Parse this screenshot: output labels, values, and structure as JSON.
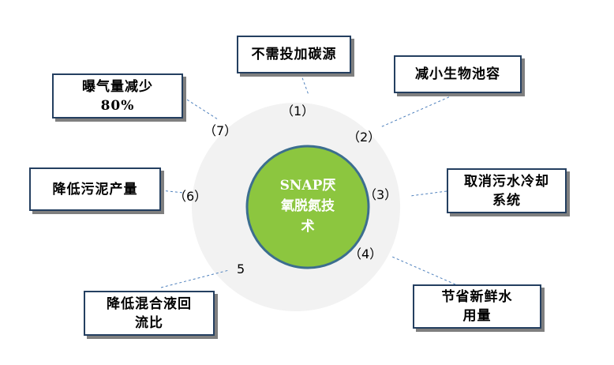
{
  "center": {
    "lines": [
      "SNAP厌",
      "氧脱氮技",
      "术"
    ]
  },
  "benefits": [
    {
      "number": "（1）",
      "lines": [
        "不需投加碳源"
      ]
    },
    {
      "number": "（2）",
      "lines": [
        "减小生物池容"
      ]
    },
    {
      "number": "（3）",
      "lines": [
        "取消污水冷却",
        "系统"
      ]
    },
    {
      "number": "（4）",
      "lines": [
        "节省新鲜水",
        "用量"
      ]
    },
    {
      "number": "5",
      "lines": [
        "降低混合液回",
        "流比"
      ]
    },
    {
      "number": "（6）",
      "lines": [
        "降低污泥产量"
      ]
    },
    {
      "number": "（7）",
      "lines": [
        "曝气量减少",
        "80%"
      ]
    }
  ],
  "colors": {
    "outer_circle": "#f2f2f2",
    "center_fill": "#8cc63f",
    "center_border": "#3c6e8f",
    "box_border": "#243f60",
    "connector": "#4f81bd"
  }
}
